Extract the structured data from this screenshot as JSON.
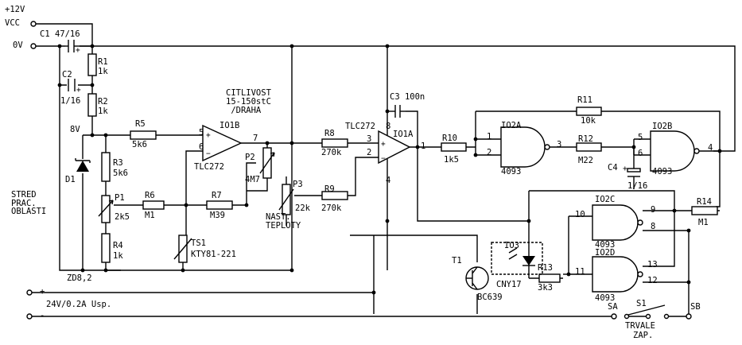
{
  "labels": {
    "supply_v": "+12V",
    "vcc": "VCC",
    "zero_v": "0V",
    "eight_v": "8V",
    "stred": "STRED\nPRAC.\nOBLASTI",
    "citlivost": "CITLIVOST\n15-150stC\n /DRAHA",
    "nast": "NAST.",
    "teploty": "TEPLOTY",
    "plus": "+",
    "minus": "-",
    "power": "24V/0.2A Usp.",
    "sa": "SA",
    "sb": "SB",
    "trvale": "TRVALE",
    "zap": "ZAP."
  },
  "components": {
    "c1": "C1 47/16",
    "c2_name": "C2",
    "c2_value": "1/16",
    "r1_name": "R1",
    "r1_value": "1k",
    "r2_name": "R2",
    "r2_value": "1k",
    "d1": "D1",
    "zd": "ZD8,2",
    "r5_name": "R5",
    "r5_value": "5k6",
    "r3_name": "R3",
    "r3_value": "5k6",
    "p1_name": "P1",
    "p1_value": "2k5",
    "r4_name": "R4",
    "r4_value": "1k",
    "r6_name": "R6",
    "r6_value": "M1",
    "r7_name": "R7",
    "r7_value": "M39",
    "ts1_name": "TS1",
    "ts1_value": "KTY81-221",
    "io1b": "IO1B",
    "io1b_type": "TLC272",
    "p2_name": "P2",
    "p2_value": "4M7",
    "p3_name": "P3",
    "p3_value": "22k",
    "r8_name": "R8",
    "r8_value": "270k",
    "r9_name": "R9",
    "r9_value": "270k",
    "io1a": "IO1A",
    "io1a_type": "TLC272",
    "c3": "C3 100n",
    "r10_name": "R10",
    "r10_value": "1k5",
    "io2a": "IO2A",
    "io2a_type": "4093",
    "r11_name": "R11",
    "r11_value": "10k",
    "r12_name": "R12",
    "r12_value": "M22",
    "c4_name": "C4",
    "c4_value": "1/16",
    "io2b": "IO2B",
    "io2b_type": "4093",
    "r14_name": "R14",
    "r14_value": "M1",
    "io2c": "IO2C",
    "io2c_type": "4093",
    "io2d": "IO2D",
    "io2d_type": "4093",
    "io3": "IO3",
    "io3_type": "CNY17",
    "r13_name": "R13",
    "r13_value": "3k3",
    "t1_name": "T1",
    "t1_value": "BC639",
    "s1": "S1"
  },
  "pins": {
    "io1b_5": "5",
    "io1b_6": "6",
    "io1b_7": "7",
    "io1a_8": "8",
    "io1a_3": "3",
    "io1a_2": "2",
    "io1a_1": "1",
    "io1a_4": "4",
    "io2a_1": "1",
    "io2a_2": "2",
    "io2a_3": "3",
    "io2b_5": "5",
    "io2b_6": "6",
    "io2b_4": "4",
    "io2c_10": "10",
    "io2c_9": "9",
    "io2c_8": "8",
    "io2d_11": "11",
    "io2d_13": "13",
    "io2d_12": "12"
  }
}
